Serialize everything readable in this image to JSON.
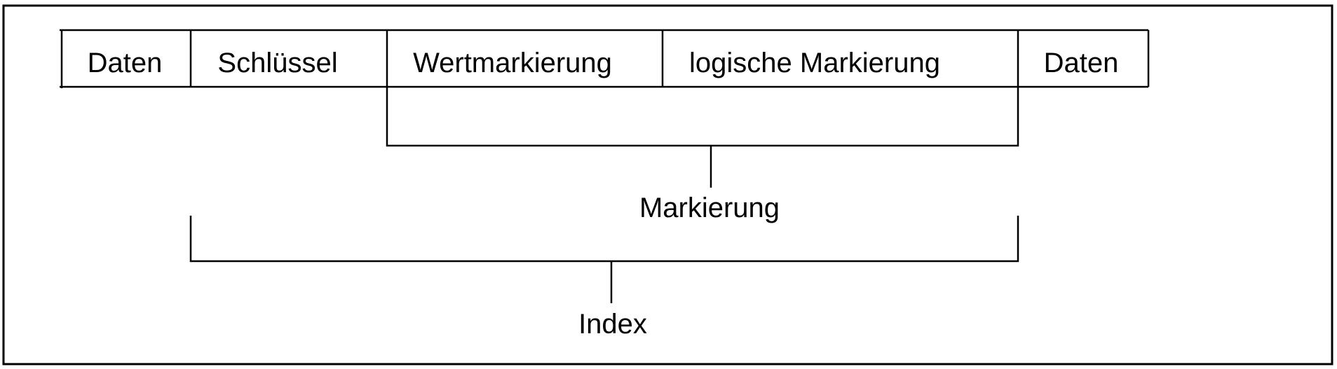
{
  "record": {
    "cells": [
      {
        "id": "daten-1",
        "label": "Daten"
      },
      {
        "id": "schluessel",
        "label": "Schlüssel"
      },
      {
        "id": "wertmarkierung",
        "label": "Wertmarkierung"
      },
      {
        "id": "logische-markierung",
        "label": "logische Markierung"
      },
      {
        "id": "daten-2",
        "label": "Daten"
      }
    ]
  },
  "brackets": {
    "markierung": {
      "label": "Markierung",
      "spans": [
        "Wertmarkierung",
        "logische Markierung"
      ]
    },
    "index": {
      "label": "Index",
      "spans": [
        "Schlüssel",
        "Wertmarkierung",
        "logische Markierung"
      ]
    }
  }
}
